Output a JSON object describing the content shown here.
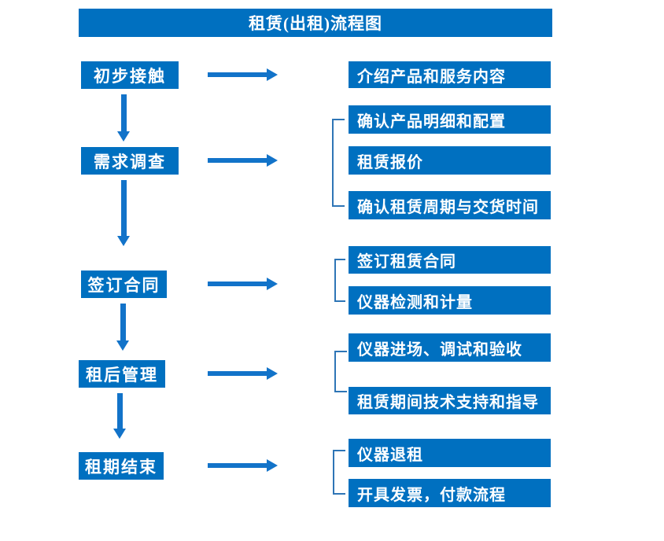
{
  "diagram": {
    "title": "租赁(出租)流程图",
    "stages": [
      {
        "label": "初步接触",
        "outputs": [
          "介绍产品和服务内容"
        ]
      },
      {
        "label": "需求调查",
        "outputs": [
          "确认产品明细和配置",
          "租赁报价",
          "确认租赁周期与交货时间"
        ]
      },
      {
        "label": "签订合同",
        "outputs": [
          "签订租赁合同",
          "仪器检测和计量"
        ]
      },
      {
        "label": "租后管理",
        "outputs": [
          "仪器进场、调试和验收",
          "租赁期间技术支持和指导"
        ]
      },
      {
        "label": "租期结束",
        "outputs": [
          "仪器退租",
          "开具发票，付款流程"
        ]
      }
    ],
    "colors": {
      "box_blue": "#0070C0",
      "arrow_blue": "#1273C9",
      "bracket_blue": "#2E75B6",
      "text": "#FFFFFF",
      "background": "#FFFFFF"
    }
  }
}
